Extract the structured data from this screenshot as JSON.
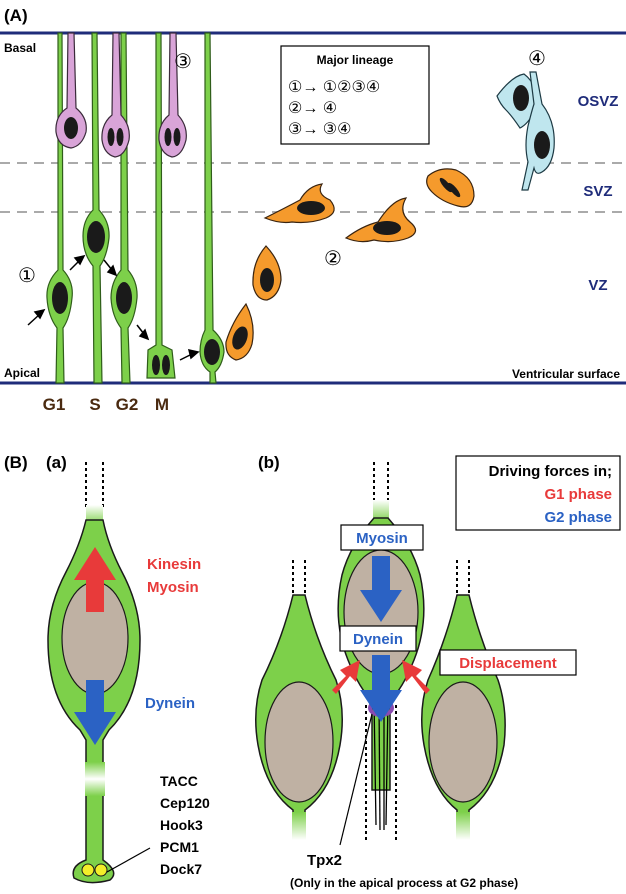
{
  "panelA": {
    "label": "(A)",
    "basal": "Basal",
    "apical": "Apical",
    "ventricular_surface": "Ventricular surface",
    "zones": {
      "osvz": "OSVZ",
      "svz": "SVZ",
      "vz": "VZ"
    },
    "phases": {
      "g1": "G1",
      "s": "S",
      "g2": "G2",
      "m": "M"
    },
    "lineage_box": {
      "title": "Major lineage",
      "rows": [
        "①→ ①②③④",
        "②→ ④",
        "③→ ③④"
      ]
    },
    "markers": {
      "one": "①",
      "two": "②",
      "three": "③",
      "four": "④"
    }
  },
  "panelB": {
    "label": "(B)",
    "sub_a": "(a)",
    "sub_b": "(b)",
    "a": {
      "kinesin": "Kinesin",
      "myosin": "Myosin",
      "dynein": "Dynein",
      "proteins": [
        "TACC",
        "Cep120",
        "Hook3",
        "PCM1",
        "Dock7"
      ]
    },
    "b": {
      "myosin": "Myosin",
      "dynein": "Dynein",
      "displacement": "Displacement",
      "tpx2": "Tpx2",
      "tpx2_note": "(Only in the apical process at G2 phase)"
    },
    "forces_box": {
      "title": "Driving forces in;",
      "g1": "G1 phase",
      "g2": "G2 phase"
    }
  },
  "colors": {
    "cell_green": "#7dd04a",
    "cell_outline": "#2f5d1a",
    "nucleus": "#1a1a1a",
    "pink_cell": "#d9a4d8",
    "orange_cell": "#f59a2c",
    "blue_cell": "#bfe6ee",
    "nucleus_brown": "#bfb1a3",
    "navy": "#1f2c7a",
    "red": "#e83a3a",
    "blue": "#2b62c4",
    "purple": "#8a4bb0"
  }
}
